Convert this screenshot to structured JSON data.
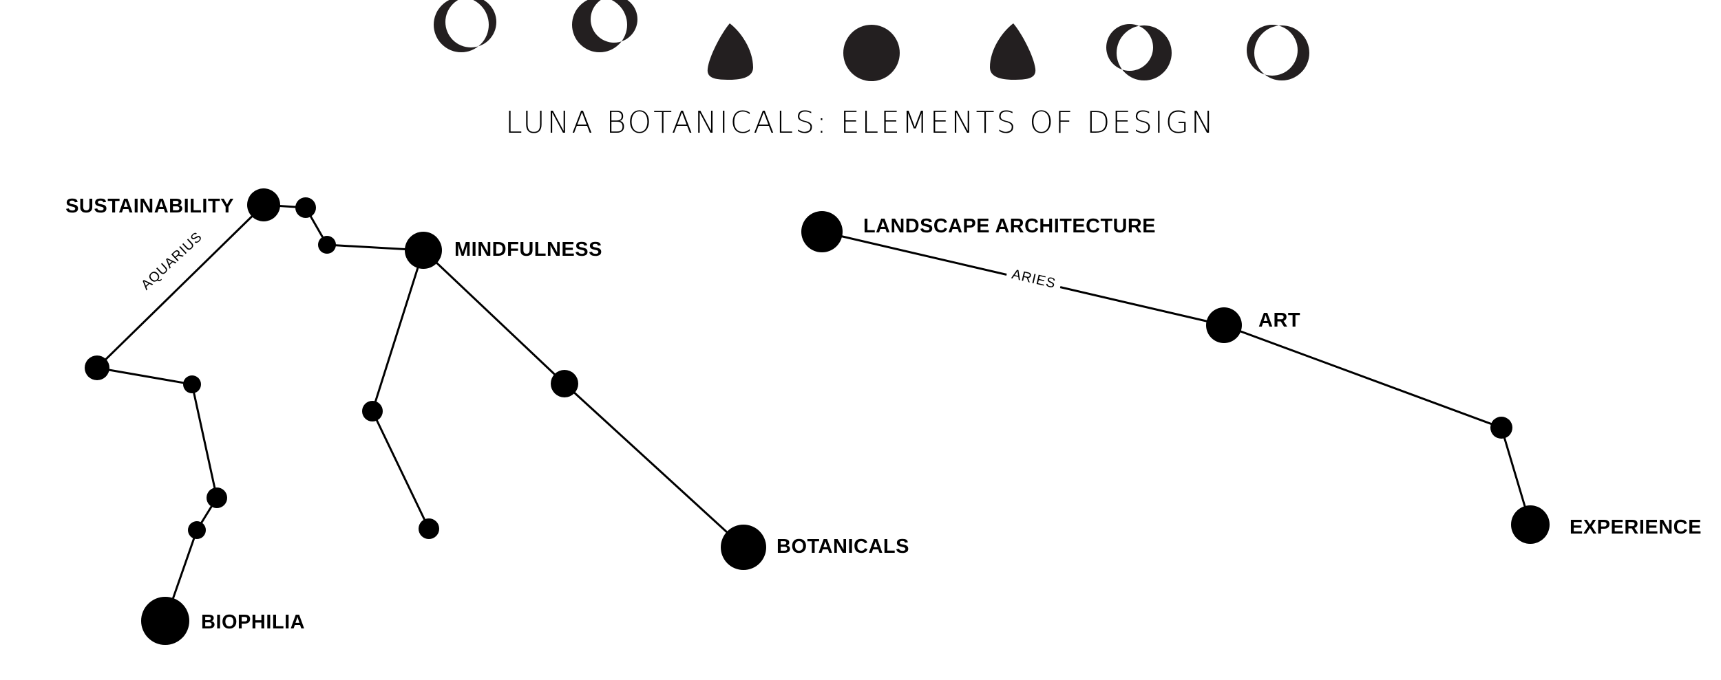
{
  "title": "LUNA BOTANICALS: ELEMENTS OF DESIGN",
  "moon_phases": [
    {
      "name": "waxing-crescent-thin-icon"
    },
    {
      "name": "waxing-crescent-icon"
    },
    {
      "name": "waxing-gibbous-icon"
    },
    {
      "name": "full-moon-icon"
    },
    {
      "name": "waning-gibbous-icon"
    },
    {
      "name": "waning-crescent-icon"
    },
    {
      "name": "waning-crescent-thin-icon"
    }
  ],
  "constellations": [
    {
      "name": "AQUARIUS"
    },
    {
      "name": "ARIES"
    }
  ],
  "nodes": [
    {
      "id": "sustainability",
      "label": "SUSTAINABILITY"
    },
    {
      "id": "mindfulness",
      "label": "MINDFULNESS"
    },
    {
      "id": "biophilia",
      "label": "BIOPHILIA"
    },
    {
      "id": "botanicals",
      "label": "BOTANICALS"
    },
    {
      "id": "landscape-architecture",
      "label": "LANDSCAPE ARCHITECTURE"
    },
    {
      "id": "art",
      "label": "ART"
    },
    {
      "id": "experience",
      "label": "EXPERIENCE"
    }
  ],
  "colors": {
    "ink": "#000000",
    "moon": "#231f20",
    "background": "#ffffff"
  }
}
